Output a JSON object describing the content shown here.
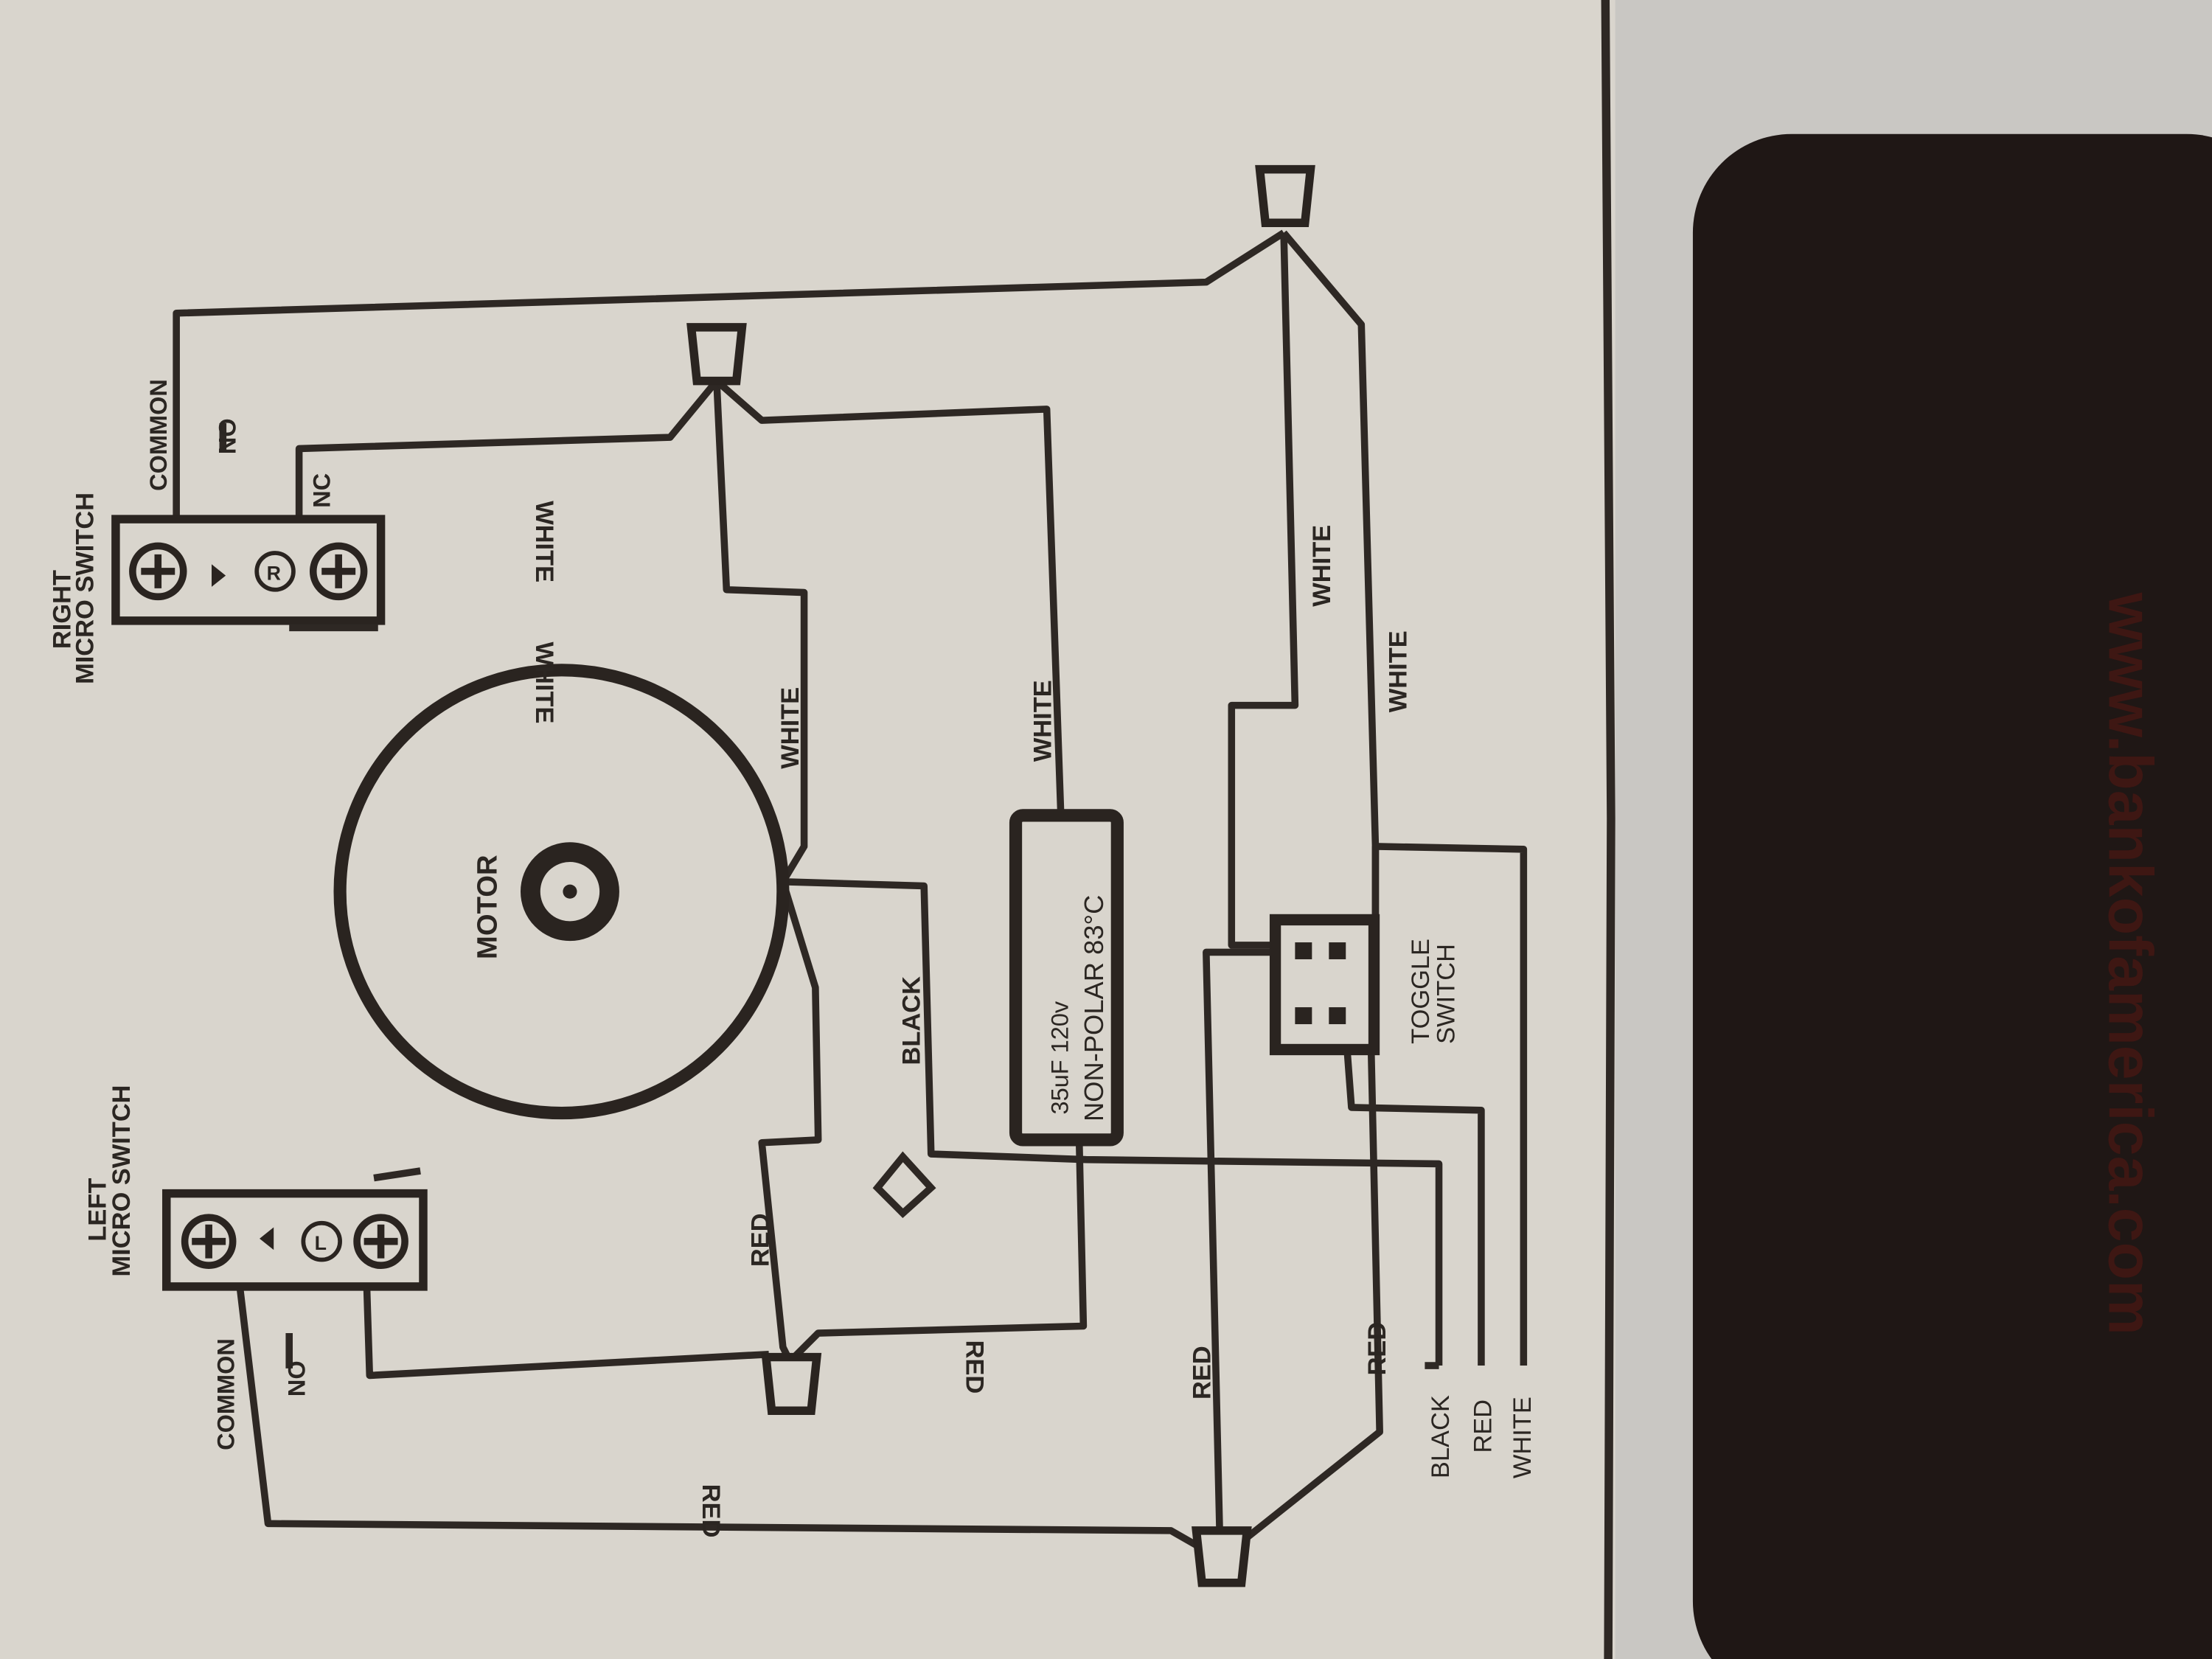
{
  "diagram": {
    "right_switch": {
      "title_line1": "RIGHT",
      "title_line2": "MICRO SWITCH",
      "common": "COMMON",
      "no": "NO",
      "nc": "NC",
      "terminal": "R"
    },
    "left_switch": {
      "title_line1": "LEFT",
      "title_line2": "MICRO SWITCH",
      "common": "COMMON",
      "no": "NO",
      "terminal": "L"
    },
    "motor": "MOTOR",
    "capacitor": {
      "line1": "35uF  120v",
      "line2": "NON-POLAR  83°C"
    },
    "toggle": {
      "line1": "TOGGLE",
      "line2": "SWITCH"
    },
    "wire_labels": {
      "white_top": "WHITE",
      "white_nc": "WHITE",
      "white_motor": "WHITE",
      "white_cap": "WHITE",
      "white_mid": "WHITE",
      "white_lower": "WHITE",
      "black_motor": "BLACK",
      "red_motor": "RED",
      "red_left_no": "RED",
      "red_common": "RED",
      "red_a": "RED",
      "red_b": "RED"
    },
    "leads": {
      "black": "BLACK",
      "red": "RED",
      "white": "WHITE"
    }
  },
  "background": {
    "watermark": "www.bankofamerica.com"
  }
}
